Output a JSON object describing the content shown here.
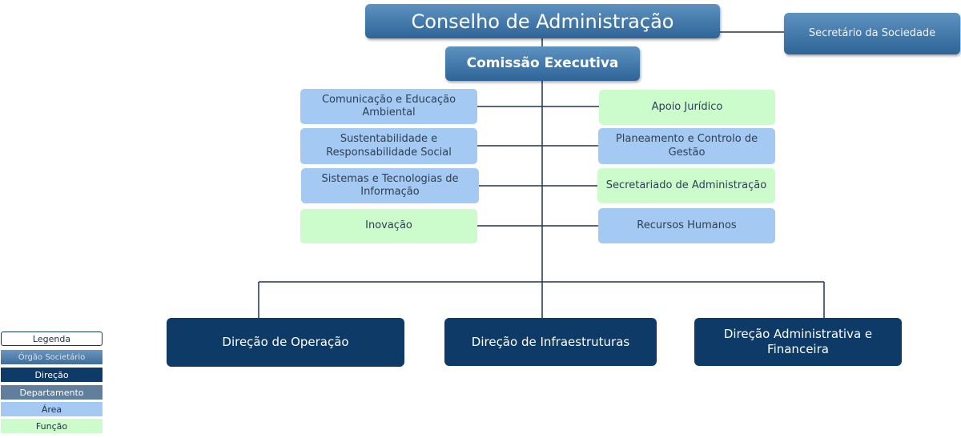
{
  "org_chart": {
    "board": "Conselho de Administração",
    "society_secretary": "Secretário da Sociedade",
    "executive_committee": "Comissão Executiva",
    "left_units": [
      {
        "label": "Comunicação e Educação Ambiental",
        "type": "Área"
      },
      {
        "label": "Sustentabilidade  e Responsabilidade Social",
        "type": "Área"
      },
      {
        "label": "Sistemas e Tecnologias de Informação",
        "type": "Área"
      },
      {
        "label": "Inovação",
        "type": "Função"
      }
    ],
    "right_units": [
      {
        "label": "Apoio Jurídico",
        "type": "Função"
      },
      {
        "label": "Planeamento e Controlo de Gestão",
        "type": "Área"
      },
      {
        "label": "Secretariado de Administração",
        "type": "Função"
      },
      {
        "label": "Recursos Humanos",
        "type": "Área"
      }
    ],
    "directorates": [
      "Direção de Operação",
      "Direção de Infraestruturas",
      "Direção Administrativa  e Financeira"
    ]
  },
  "legend": {
    "title": "Legenda",
    "items": [
      "Órgão Societário",
      "Direção",
      "Departamento",
      "Área",
      "Função"
    ]
  },
  "colors": {
    "orgao_societario": "#2e6497",
    "direcao": "#0d3a66",
    "departamento": "#5f7f9d",
    "area": "#a4c9f3",
    "funcao": "#ccfbcc",
    "connector": "#1f3550"
  }
}
